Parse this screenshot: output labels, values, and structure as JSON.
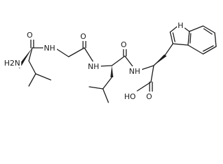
{
  "atoms": {
    "nh2": "H2N",
    "o_leu1": "O",
    "nh_gly": "NH",
    "o_gly": "O",
    "nh_leu2": "NH",
    "o_leu2": "O",
    "nh_trp": "NH",
    "ho": "HO",
    "o_acid": "O",
    "nh_indole": "H"
  },
  "colors": {
    "bond": "#1a1a1a",
    "background": "#ffffff"
  }
}
